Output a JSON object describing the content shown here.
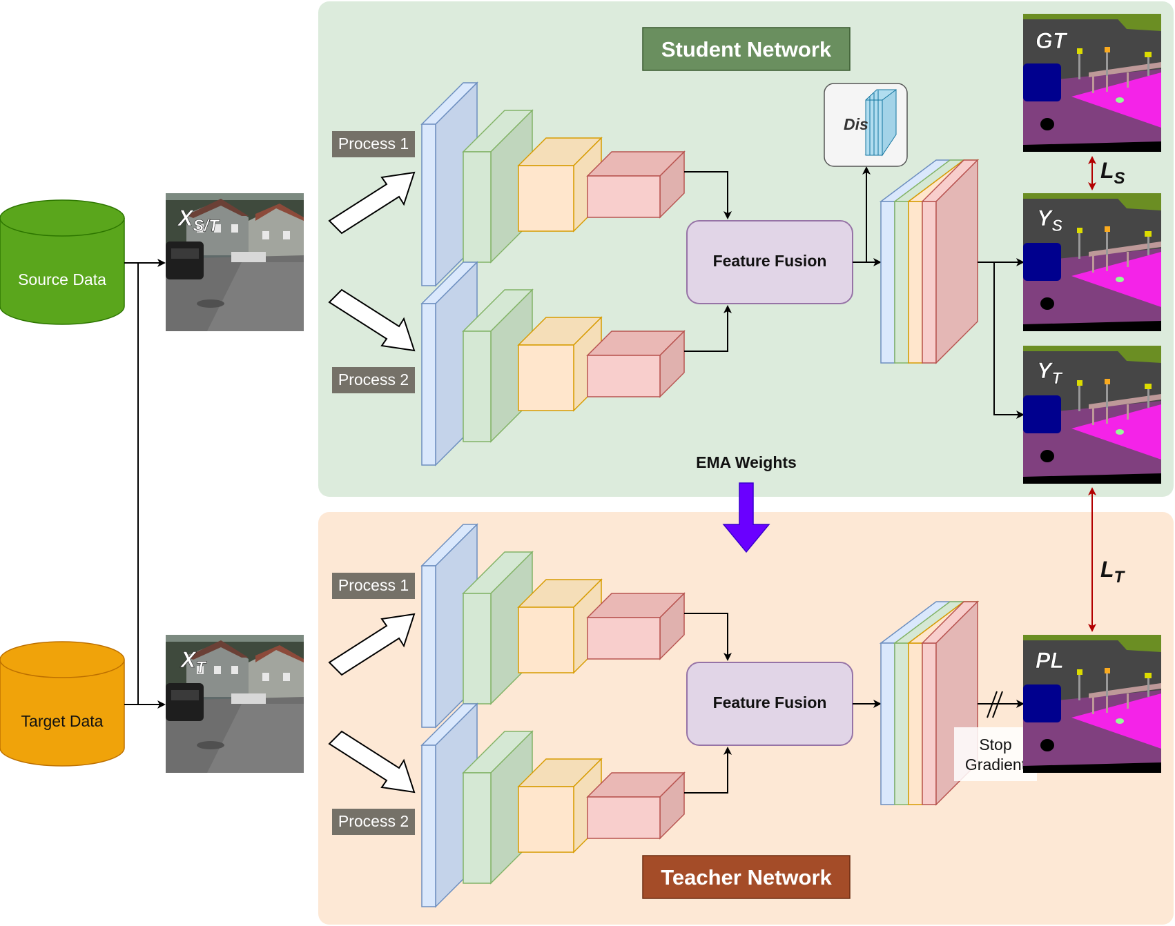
{
  "sources": {
    "source_label": "Source Data",
    "target_label": "Target Data"
  },
  "inputs": {
    "xst_main": "X",
    "xst_sub": "S/T",
    "xt_main": "X",
    "xt_sub": "T"
  },
  "student": {
    "title": "Student Network",
    "process1": "Process 1",
    "process2": "Process 2",
    "fusion": "Feature Fusion",
    "dis": "Dis"
  },
  "teacher": {
    "title": "Teacher Network",
    "process1": "Process 1",
    "process2": "Process 2",
    "fusion": "Feature Fusion",
    "stop_line1": "Stop",
    "stop_line2": "Gradient"
  },
  "ema": "EMA Weights",
  "outputs": {
    "gt": "GT",
    "ys_main": "Y",
    "ys_sub": "S",
    "yt_main": "Y",
    "yt_sub": "T",
    "pl": "PL"
  },
  "losses": {
    "ls_main": "L",
    "ls_sub": "S",
    "lt_main": "L",
    "lt_sub": "T"
  },
  "colors": {
    "student_bg": "#dcebdc",
    "teacher_bg": "#fde8d5",
    "student_title_bg": "#6a8f5f",
    "teacher_title_bg": "#a44c28",
    "source_db": "#5aa61c",
    "target_db": "#f0a30a",
    "fusion_fill": "#e1d5e7",
    "ema_arrow": "#6a00ff",
    "loss_arrow": "#b20000"
  }
}
